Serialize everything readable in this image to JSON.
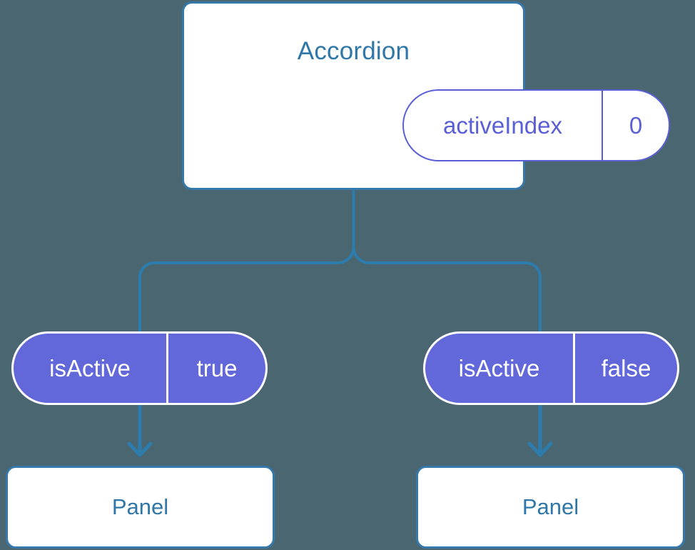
{
  "diagram": {
    "type": "component-state-tree",
    "background_color": "#4a6670",
    "accent_blue": "#3778ab",
    "title_blue": "#2f77a8",
    "accent_purple": "#6268da",
    "outline_purple": "#5b5fd6"
  },
  "root": {
    "title": "Accordion",
    "state": {
      "key": "activeIndex",
      "value": "0"
    }
  },
  "branches": [
    {
      "prop": {
        "key": "isActive",
        "value": "true"
      },
      "child": {
        "title": "Panel"
      }
    },
    {
      "prop": {
        "key": "isActive",
        "value": "false"
      },
      "child": {
        "title": "Panel"
      }
    }
  ],
  "icons": {
    "arrow_down": "arrow-down-icon",
    "branch": "tree-branch-connector"
  }
}
